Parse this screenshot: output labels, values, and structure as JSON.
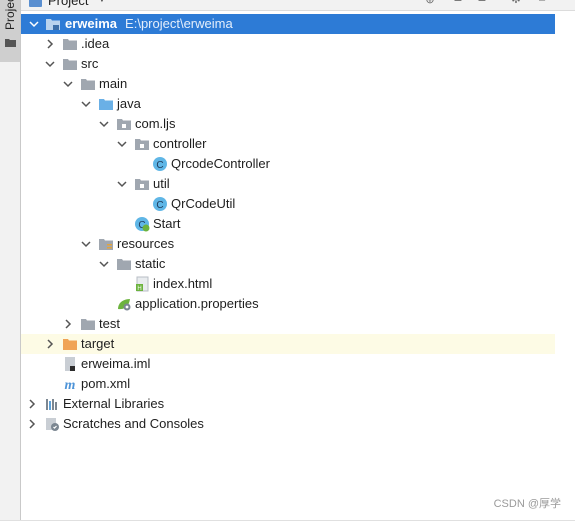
{
  "side_tab": {
    "label": "Project"
  },
  "toolbar": {
    "title": "Project",
    "icons": [
      "globe-icon",
      "collapse-all-icon",
      "expand-all-icon",
      "settings-icon",
      "hide-icon"
    ]
  },
  "tree": {
    "root": {
      "label": "erweima",
      "path": "E:\\project\\erweima"
    },
    "idea": "idea",
    "src": "src",
    "main": "main",
    "java": "java",
    "package": "com.ljs",
    "controller": "controller",
    "qrcode_controller": "QrcodeController",
    "util": "util",
    "qrcode_util": "QrCodeUtil",
    "start": "Start",
    "resources": "resources",
    "static": "static",
    "index_html": "index.html",
    "application_properties": "application.properties",
    "test": "test",
    "target": "target",
    "erweima_iml": "erweima.iml",
    "pom_xml": "pom.xml",
    "external_libraries": "External Libraries",
    "scratches": "Scratches and Consoles"
  },
  "colors": {
    "selection": "#2d7bd6",
    "folder": "#a0a7b0",
    "source_folder": "#6ab0e6",
    "excluded_folder": "#f0a355",
    "class_icon": "#5fb6e6",
    "highlight_row": "#fdfbe5"
  },
  "watermark": "CSDN @厚学"
}
